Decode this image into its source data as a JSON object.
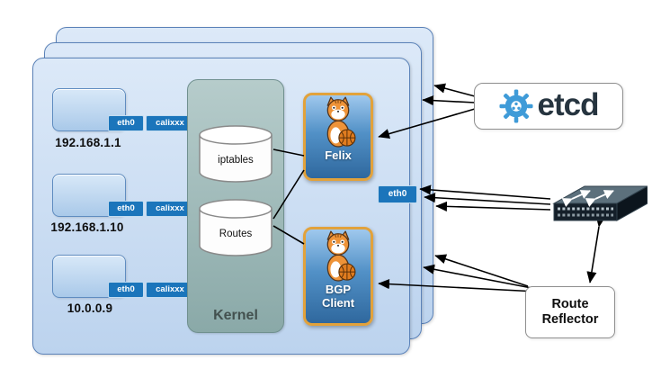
{
  "diagram": {
    "host_panels": 3,
    "workloads": [
      {
        "ip": "192.168.1.1",
        "interfaces": [
          "eth0",
          "calixxx"
        ]
      },
      {
        "ip": "192.168.1.10",
        "interfaces": [
          "eth0",
          "calixxx"
        ]
      },
      {
        "ip": "10.0.0.9",
        "interfaces": [
          "eth0",
          "calixxx"
        ]
      }
    ],
    "kernel": {
      "label": "Kernel",
      "components": [
        "iptables",
        "Routes"
      ]
    },
    "felix": {
      "label": "Felix"
    },
    "bgp_client": {
      "label": "BGP Client"
    },
    "host_interface": "eth0",
    "etcd": {
      "label": "etcd"
    },
    "route_reflector": {
      "label": "Route Reflector"
    },
    "colors": {
      "badge_blue": "#1b75bb",
      "panel_blue": "#c8dcf3",
      "kernel_teal": "#93b2b1",
      "agent_border_orange": "#e2a23b",
      "agent_blue": "#4a8ac2",
      "etcd_gear_blue": "#3f9bd8",
      "arrow_black": "#000000"
    }
  }
}
